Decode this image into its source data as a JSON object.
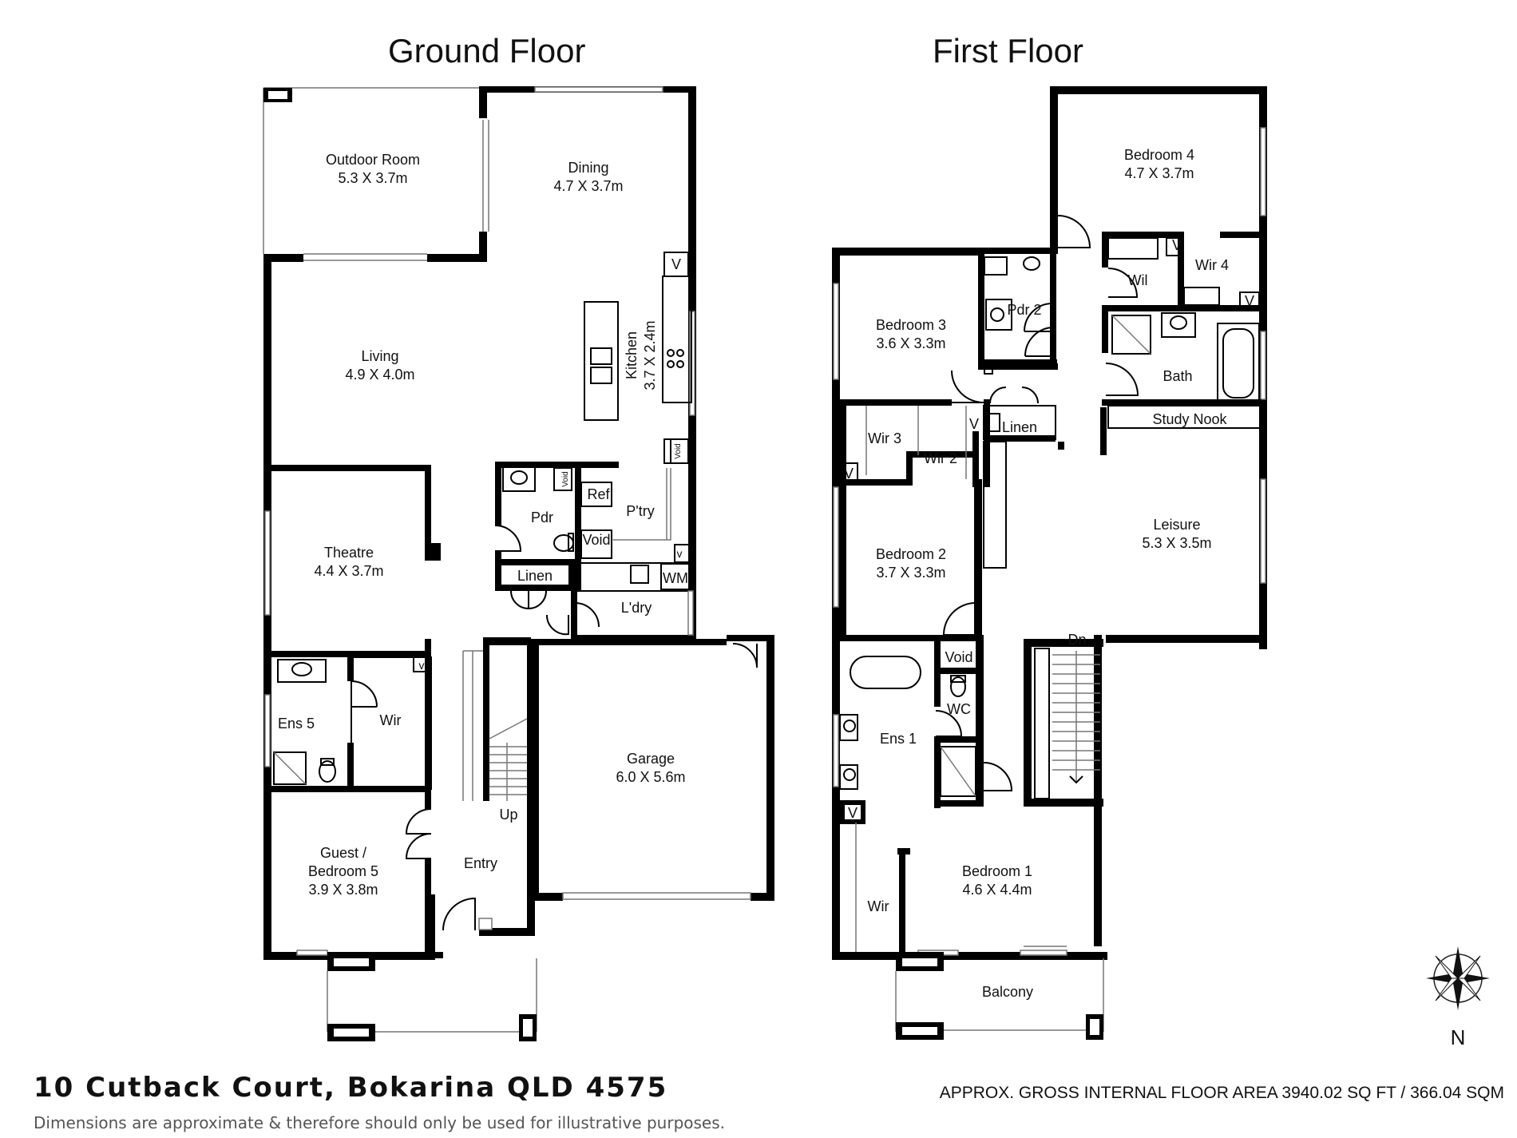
{
  "floors": {
    "ground": {
      "title": "Ground Floor",
      "rooms": {
        "outdoor_room": {
          "name": "Outdoor Room",
          "dims": "5.3 X 3.7m"
        },
        "dining": {
          "name": "Dining",
          "dims": "4.7 X 3.7m"
        },
        "living": {
          "name": "Living",
          "dims": "4.9 X 4.0m"
        },
        "kitchen": {
          "name": "Kitchen",
          "dims": "3.7 X 2.4m"
        },
        "theatre": {
          "name": "Theatre",
          "dims": "4.4 X 3.7m"
        },
        "garage": {
          "name": "Garage",
          "dims": "6.0 X 5.6m"
        },
        "guest": {
          "name_line1": "Guest /",
          "name_line2": "Bedroom 5",
          "dims": "3.9 X 3.8m"
        },
        "pdr": "Pdr",
        "ref": "Ref.",
        "pantry": "P'try",
        "void": "Void",
        "void_small": "Void",
        "linen": "Linen",
        "wm": "WM",
        "laundry": "L'dry",
        "ens5": "Ens 5",
        "wir": "Wir",
        "up": "Up",
        "entry": "Entry",
        "v_marker": "V",
        "v_small": "v"
      }
    },
    "first": {
      "title": "First Floor",
      "rooms": {
        "bedroom4": {
          "name": "Bedroom 4",
          "dims": "4.7 X 3.7m"
        },
        "bedroom3": {
          "name": "Bedroom 3",
          "dims": "3.6 X 3.3m"
        },
        "bedroom2": {
          "name": "Bedroom 2",
          "dims": "3.7 X 3.3m"
        },
        "leisure": {
          "name": "Leisure",
          "dims": "5.3 X 3.5m"
        },
        "bedroom1": {
          "name": "Bedroom 1",
          "dims": "4.6 X 4.4m"
        },
        "pdr2": "Pdr 2",
        "wil": "Wil",
        "wir4": "Wir 4",
        "bath": "Bath",
        "study_nook": "Study Nook",
        "linen": "Linen",
        "wir3": "Wir 3",
        "wir2": "Wir 2",
        "void": "Void",
        "wc": "WC",
        "ens1": "Ens 1",
        "wir": "Wir",
        "dn": "Dn",
        "balcony": "Balcony",
        "v_marker": "V"
      }
    }
  },
  "footer": {
    "address": "10 Cutback Court, Bokarina QLD 4575",
    "disclaimer": "Dimensions are approximate & therefore should only be used for illustrative purposes.",
    "area": "APPROX. GROSS INTERNAL FLOOR AREA 3940.02 SQ FT / 366.04 SQM"
  },
  "compass": {
    "north_label": "N"
  }
}
